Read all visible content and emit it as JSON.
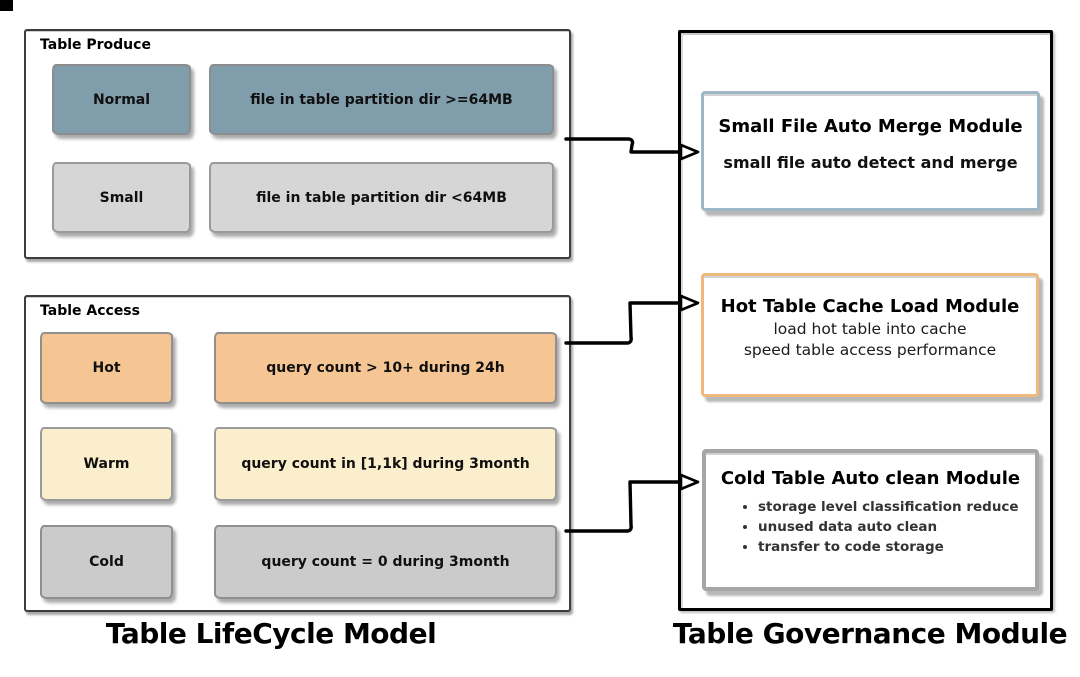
{
  "lifecycle": {
    "caption": "Table LifeCycle Model",
    "produce": {
      "label": "Table Produce",
      "rows": [
        {
          "name": "Normal",
          "desc": "file in table partition dir >=64MB",
          "fill": "#7F9DAB"
        },
        {
          "name": "Small",
          "desc": "file in table partition dir <64MB",
          "fill": "#D6D6D6"
        }
      ]
    },
    "access": {
      "label": "Table Access",
      "rows": [
        {
          "name": "Hot",
          "desc": "query count > 10+ during 24h",
          "fill": "#F5C593"
        },
        {
          "name": "Warm",
          "desc": "query count in [1,1k] during 3month",
          "fill": "#FBEECC"
        },
        {
          "name": "Cold",
          "desc": "query count = 0 during 3month",
          "fill": "#CBCBCB"
        }
      ]
    }
  },
  "governance": {
    "caption": "Table Governance Module",
    "modules": [
      {
        "title": "Small File Auto Merge Module",
        "subtitle": "small file auto detect and merge",
        "border": "#9EB7C4"
      },
      {
        "title": "Hot Table Cache Load Module",
        "line1": "load hot table into cache",
        "line2": "speed table access performance",
        "border": "#EFB97E"
      },
      {
        "title": "Cold Table Auto clean Module",
        "bullets": [
          "storage level classification reduce",
          "unused data auto clean",
          "transfer to code storage"
        ],
        "border": "#A6A6A6"
      }
    ]
  }
}
